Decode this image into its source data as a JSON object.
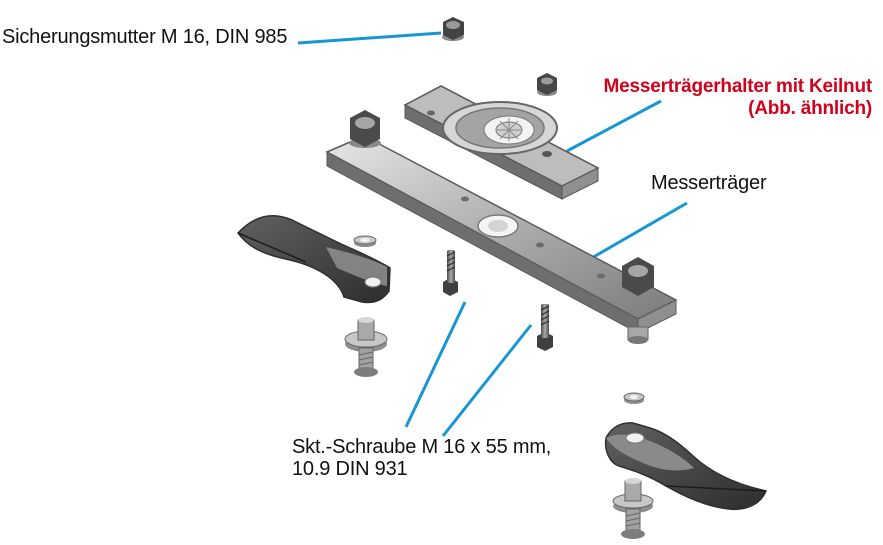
{
  "labels": {
    "lock_nut": "Sicherungsmutter M 16, DIN 985",
    "holder_line_1": "Messerträgerhalter mit Keilnut",
    "holder_line_2": "(Abb. ähnlich)",
    "carrier": "Messerträger",
    "screw_line_1": "Skt.-Schraube M 16 x 55 mm,",
    "screw_line_2": "10.9 DIN 931"
  },
  "colors": {
    "callout_line": "#1697d4",
    "highlight_text": "#d0021b",
    "part_top": "#b9b9b9",
    "part_side": "#6f6f6f",
    "blade": "#4b4b4b",
    "line": "#2f2f2f"
  }
}
